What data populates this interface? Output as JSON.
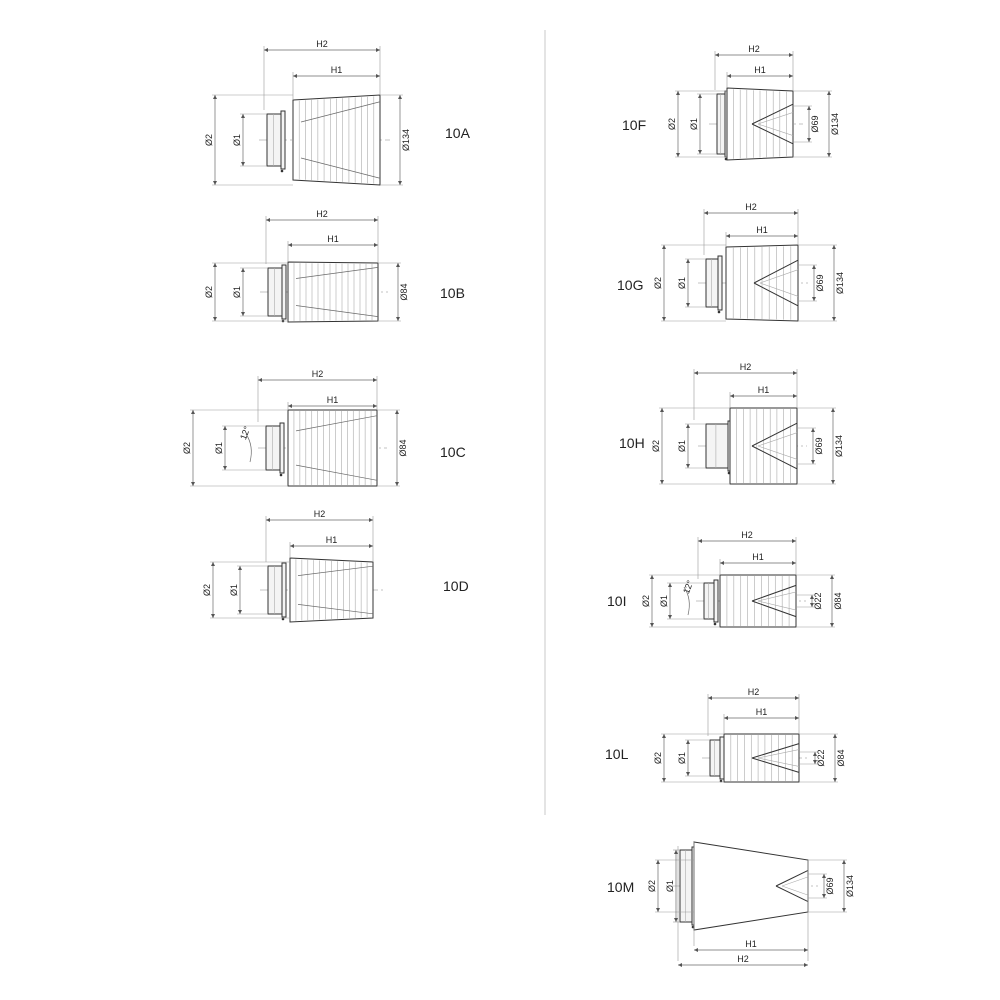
{
  "diagrams": [
    {
      "code": "10A",
      "labels": {
        "h2": "H2",
        "h1": "H1",
        "d2": "Ø2",
        "d1": "Ø1",
        "outlet": "Ø134"
      }
    },
    {
      "code": "10B",
      "labels": {
        "h2": "H2",
        "h1": "H1",
        "d2": "Ø2",
        "d1": "Ø1",
        "outlet": "Ø84"
      }
    },
    {
      "code": "10C",
      "labels": {
        "h2": "H2",
        "h1": "H1",
        "d2": "Ø2",
        "d1": "Ø1",
        "outlet": "Ø84",
        "angle": "12°"
      }
    },
    {
      "code": "10D",
      "labels": {
        "h2": "H2",
        "h1": "H1",
        "d2": "Ø2",
        "d1": "Ø1"
      }
    },
    {
      "code": "10F",
      "labels": {
        "h2": "H2",
        "h1": "H1",
        "d2": "Ø2",
        "d1": "Ø1",
        "inner": "Ø69",
        "outlet": "Ø134"
      }
    },
    {
      "code": "10G",
      "labels": {
        "h2": "H2",
        "h1": "H1",
        "d2": "Ø2",
        "d1": "Ø1",
        "inner": "Ø69",
        "outlet": "Ø134"
      }
    },
    {
      "code": "10H",
      "labels": {
        "h2": "H2",
        "h1": "H1",
        "d2": "Ø2",
        "d1": "Ø1",
        "inner": "Ø69",
        "outlet": "Ø134"
      }
    },
    {
      "code": "10I",
      "labels": {
        "h2": "H2",
        "h1": "H1",
        "d2": "Ø2",
        "d1": "Ø1",
        "angle": "12°",
        "inner": "Ø22",
        "outlet": "Ø84"
      }
    },
    {
      "code": "10L",
      "labels": {
        "h2": "H2",
        "h1": "H1",
        "d2": "Ø2",
        "d1": "Ø1",
        "inner": "Ø22",
        "outlet": "Ø84"
      }
    },
    {
      "code": "10M",
      "labels": {
        "h2": "H2",
        "h1": "H1",
        "d2": "Ø2",
        "d1": "Ø1",
        "inner": "Ø69",
        "outlet": "Ø134"
      }
    }
  ]
}
